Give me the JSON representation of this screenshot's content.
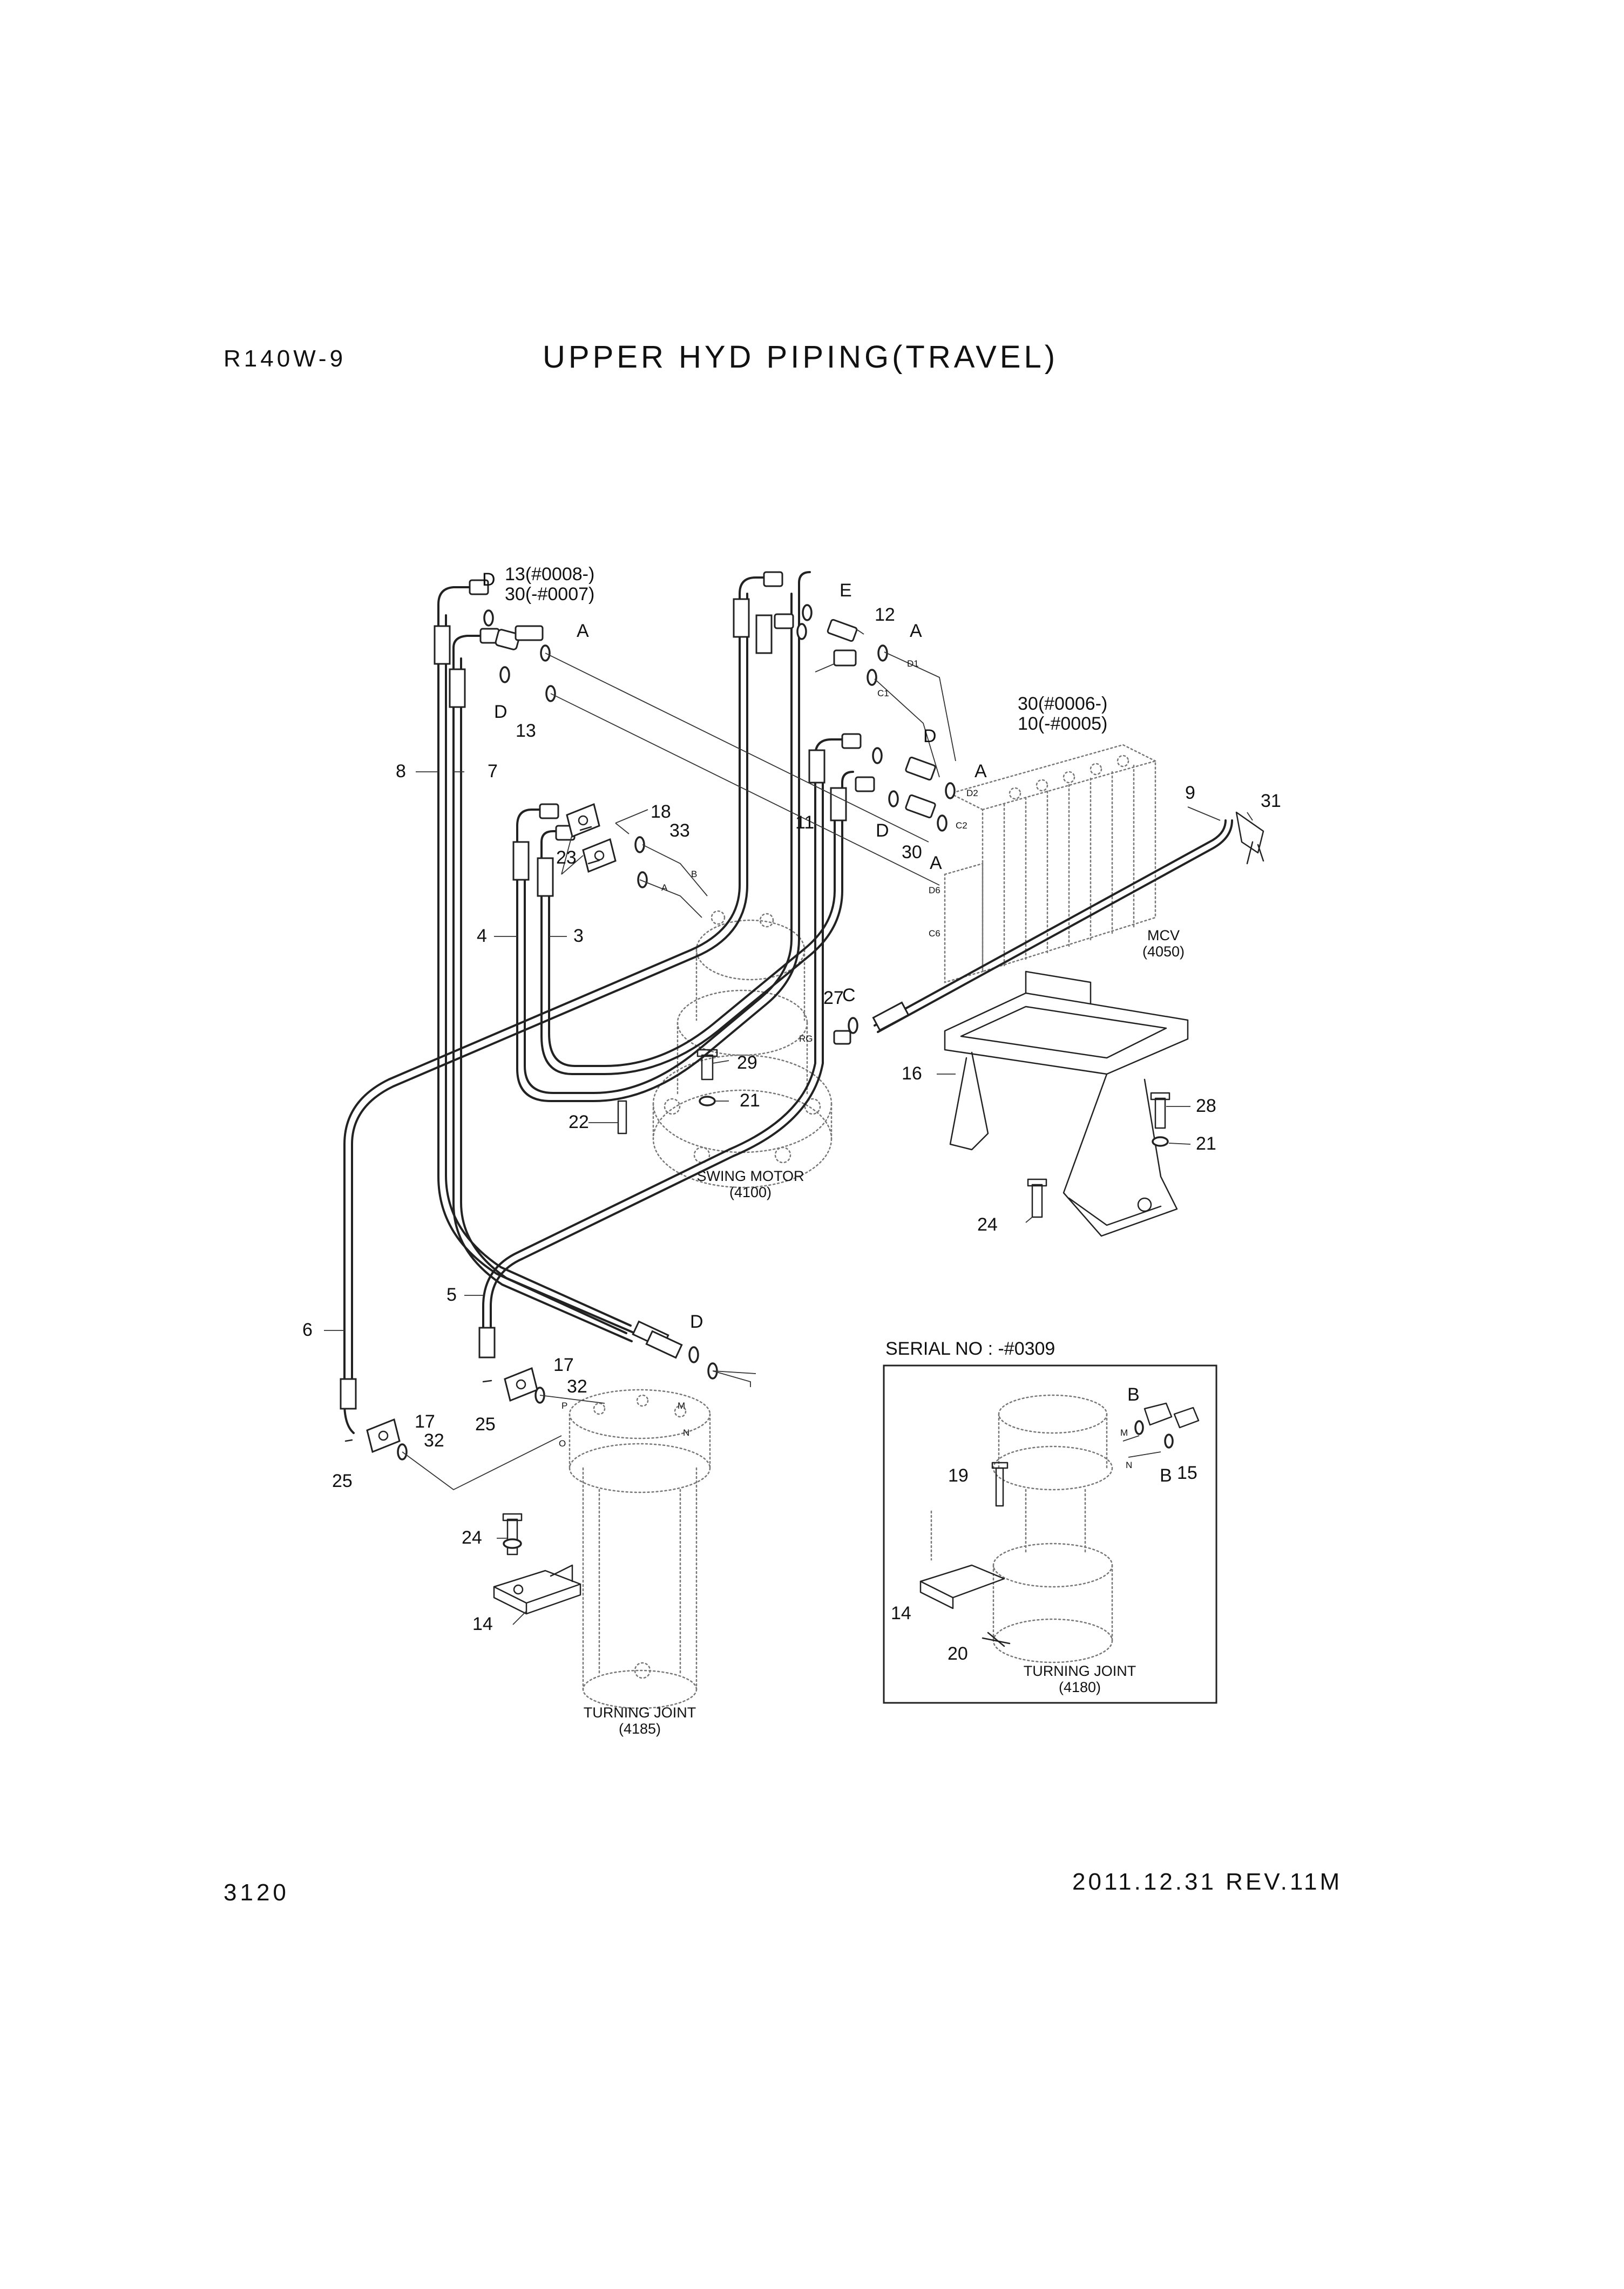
{
  "header": {
    "model": "R140W-9",
    "title": "UPPER HYD PIPING(TRAVEL)"
  },
  "footer": {
    "page_number": "3120",
    "revision": "2011.12.31  REV.11M"
  },
  "components": {
    "swing_motor": "SWING MOTOR",
    "swing_motor_code": "(4100)",
    "mcv": "MCV",
    "mcv_code": "(4050)",
    "turning_joint": "TURNING JOINT",
    "turning_joint_code": "(4185)",
    "turning_joint_inset": "TURNING JOINT",
    "turning_joint_inset_code": "(4180)"
  },
  "inset": {
    "serial_label": "SERIAL NO : -#0309"
  },
  "serial_notes": {
    "n13": "13(#0008-)",
    "n30a": "30(-#0007)",
    "n30b": "30(#0006-)",
    "n10": "10(-#0005)"
  },
  "callouts": [
    "3",
    "4",
    "5",
    "6",
    "7",
    "8",
    "9",
    "11",
    "12",
    "13",
    "14",
    "15",
    "16",
    "17",
    "18",
    "19",
    "20",
    "21",
    "22",
    "23",
    "24",
    "25",
    "27",
    "28",
    "29",
    "30",
    "31",
    "32",
    "33"
  ],
  "connection_letters": [
    "A",
    "B",
    "C",
    "D",
    "E"
  ],
  "port_labels": [
    "D1",
    "C1",
    "D2",
    "C2",
    "D6",
    "C6",
    "A",
    "B",
    "RG",
    "M",
    "N",
    "O",
    "P"
  ]
}
